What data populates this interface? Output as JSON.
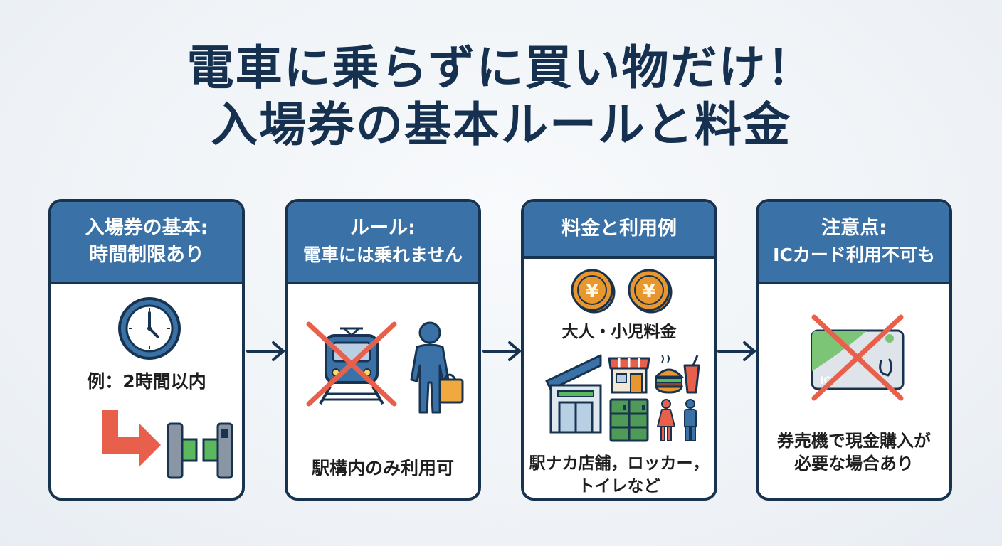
{
  "title": {
    "line1": "電車に乗らずに買い物だけ！",
    "line2": "入場券の基本ルールと料金"
  },
  "cards": [
    {
      "header_line1": "入場券の基本:",
      "header_line2": "時間制限あり",
      "caption": "例：2時間以内"
    },
    {
      "header_line1": "ルール:",
      "header_line2": "電車には乗れません",
      "caption": "駅構内のみ利用可"
    },
    {
      "header_line1": "料金と利用例",
      "coin_symbol": "¥",
      "fare_label": "大人・小児料金",
      "caption_line1": "駅ナカ店舗，ロッカー，",
      "caption_line2": "トイレなど"
    },
    {
      "header_line1": "注意点:",
      "header_line2": "ICカード利用不可も",
      "ic_label": "IC",
      "caption_line1": "券売機で現金購入が",
      "caption_line2": "必要な場合あり"
    }
  ],
  "colors": {
    "header_blue": "#3a72a8",
    "border_navy": "#183350",
    "cross_red": "#e8604c",
    "coin_orange": "#e8962e",
    "gate_green": "#5cb85c"
  },
  "icons": [
    "clock-icon",
    "turn-arrow-icon",
    "ticket-gate-icon",
    "train-icon",
    "cross-icon",
    "person-with-bag-icon",
    "yen-coin-icon",
    "station-building-icon",
    "shop-icon",
    "food-icon",
    "locker-icon",
    "restroom-icon",
    "ic-card-icon",
    "flow-arrow-icon"
  ]
}
